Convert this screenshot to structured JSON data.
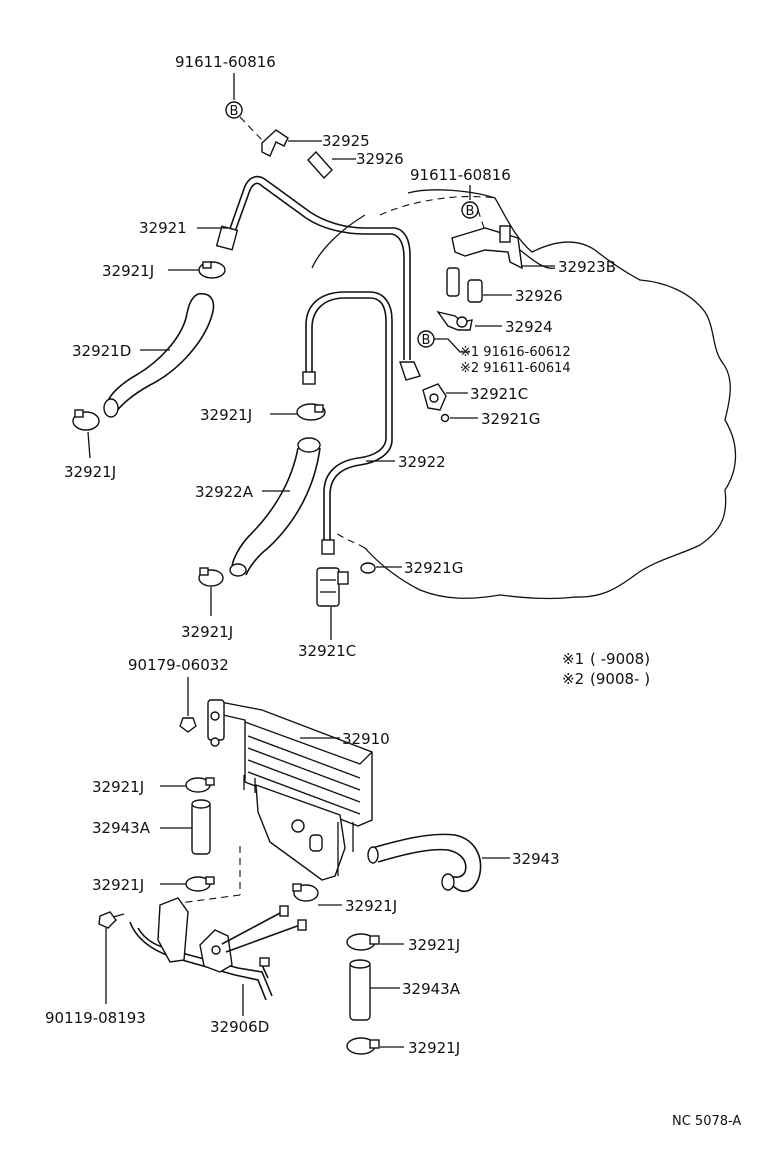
{
  "labels": {
    "bolt_top": "91611-60816",
    "clamp_top": "32925",
    "sleeve_top": "32926",
    "bolt_right": "91611-60816",
    "pipe_32921": "32921",
    "bracket_32923b": "32923B",
    "clamp_j_1": "32921J",
    "sleeve_right": "32926",
    "clamp_32924": "32924",
    "hose_32921d": "32921D",
    "note_1": "※1 91616-60612",
    "note_2": "※2 91611-60614",
    "union_c_top": "32921C",
    "clamp_j_2": "32921J",
    "gasket_g_top": "32921G",
    "clamp_j_3": "32921J",
    "pipe_32922": "32922",
    "hose_32922a": "32922A",
    "gasket_g_bottom": "32921G",
    "clamp_j_4": "32921J",
    "union_c_bottom": "32921C",
    "legend_1_mark": "※1",
    "legend_1_range": "(        -9008)",
    "legend_2_mark": "※2",
    "legend_2_range": "(9008-        )",
    "bolt_90179": "90179-06032",
    "cooler_32910": "32910",
    "clamp_j_5": "32921J",
    "hose_32943a_left": "32943A",
    "hose_32943": "32943",
    "clamp_j_6": "32921J",
    "clamp_j_7": "32921J",
    "clamp_j_8": "32921J",
    "hose_32943a_right": "32943A",
    "bolt_90119": "90119-08193",
    "tube_32906d": "32906D",
    "clamp_j_9": "32921J",
    "figure_code": "NC 5078-A"
  },
  "icons": {
    "bolt_marker": "circled-letter-b",
    "note_marker": "reference-asterisk"
  }
}
